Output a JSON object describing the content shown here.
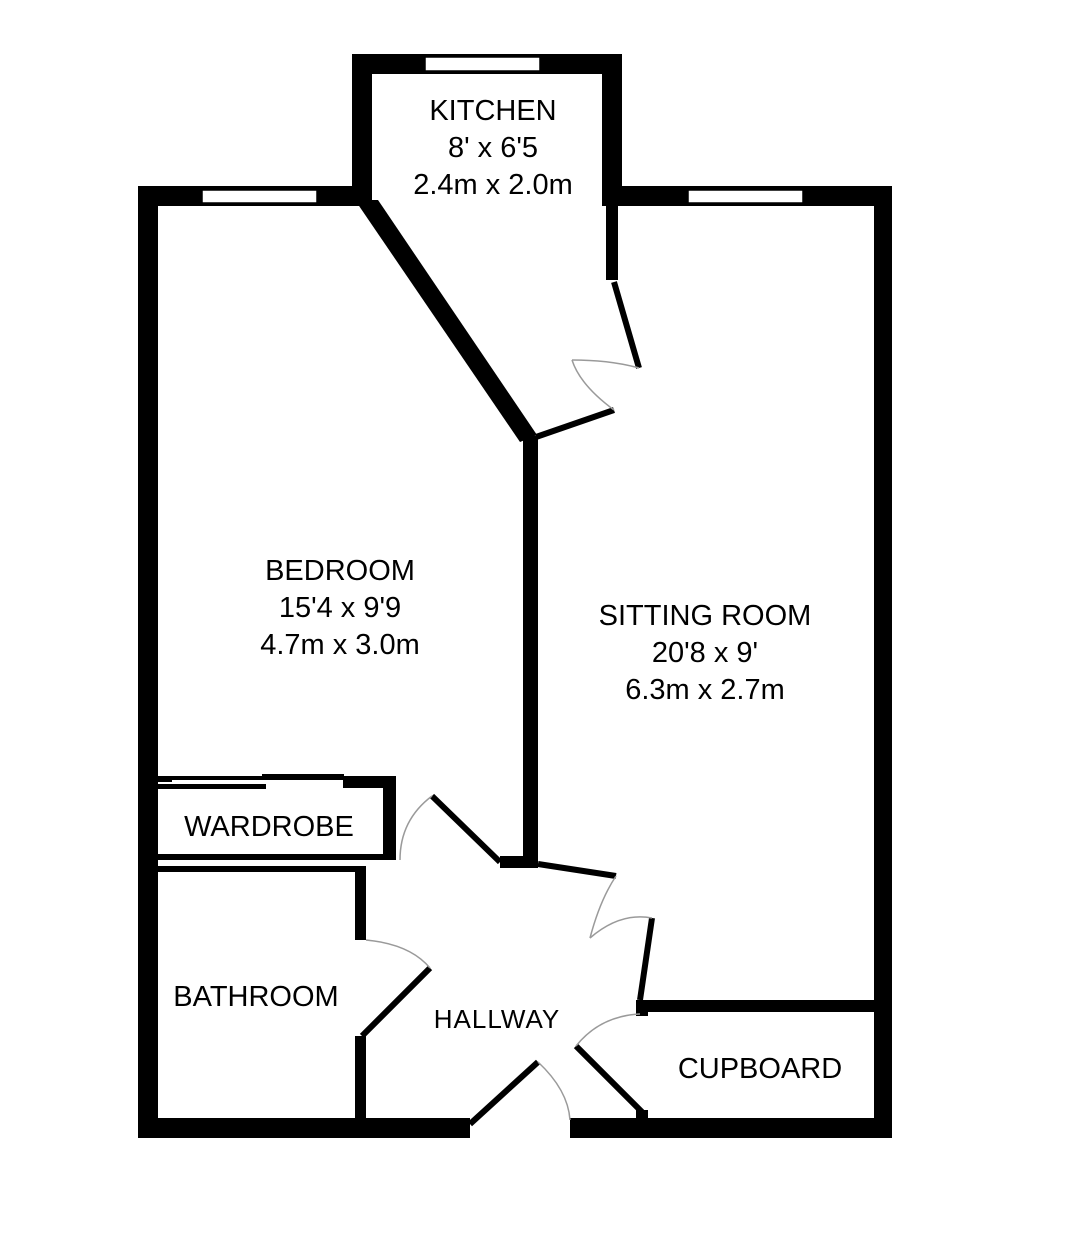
{
  "rooms": {
    "kitchen": {
      "name": "KITCHEN",
      "imperial": "8' x 6'5",
      "metric": "2.4m x 2.0m"
    },
    "bedroom": {
      "name": "BEDROOM",
      "imperial": "15'4 x 9'9",
      "metric": "4.7m x 3.0m"
    },
    "sitting_room": {
      "name": "SITTING ROOM",
      "imperial": "20'8 x 9'",
      "metric": "6.3m x 2.7m"
    },
    "wardrobe": {
      "name": "WARDROBE"
    },
    "bathroom": {
      "name": "BATHROOM"
    },
    "hallway": {
      "name": "HALLWAY"
    },
    "cupboard": {
      "name": "CUPBOARD"
    }
  },
  "colors": {
    "wall": "#000000",
    "background": "#ffffff",
    "door_swing": "#9a9a9a"
  }
}
